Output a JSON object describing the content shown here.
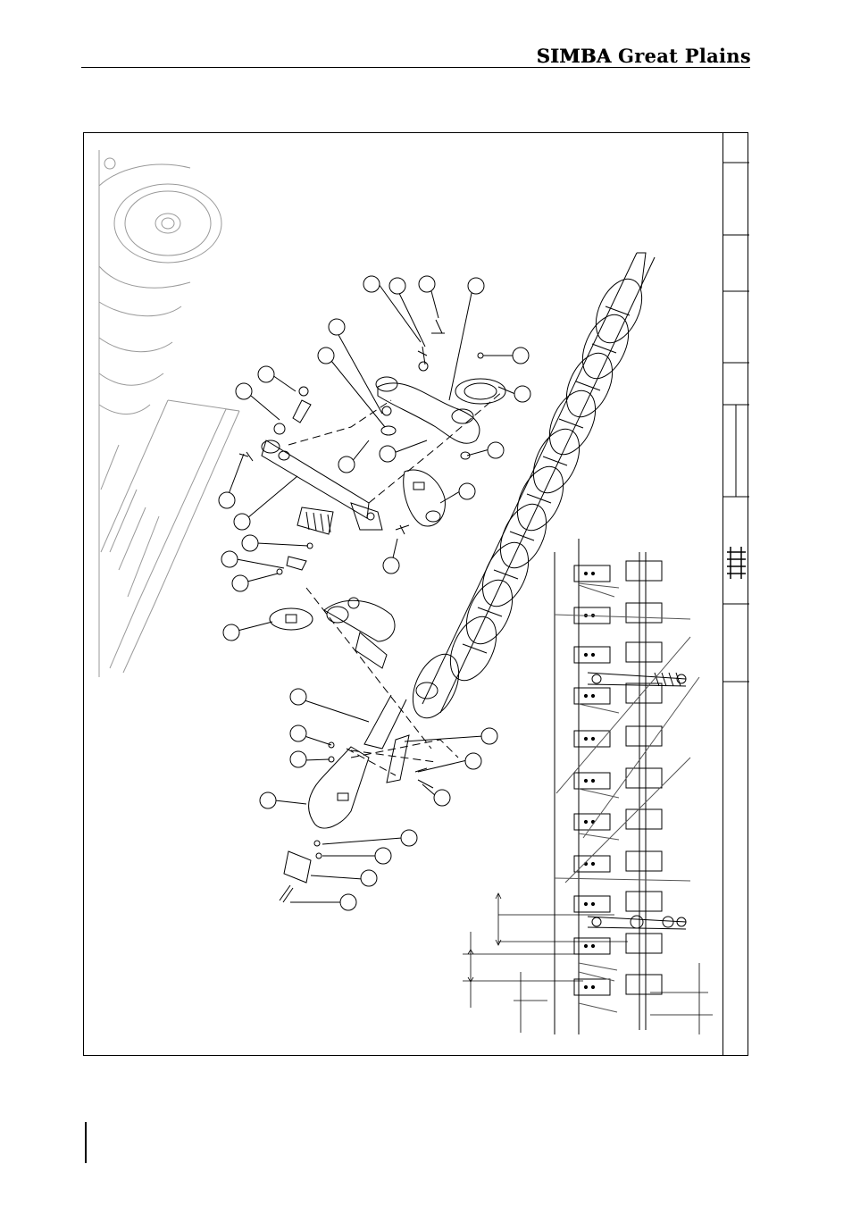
{
  "header": {
    "brand_part1": "SIMBA",
    "brand_part2": " Great Plains"
  },
  "drawing": {
    "description_icon": "exploded-parts-diagram",
    "line_color": "#000000",
    "ghost_color": "#9a9a9a",
    "callout_count": 32
  }
}
